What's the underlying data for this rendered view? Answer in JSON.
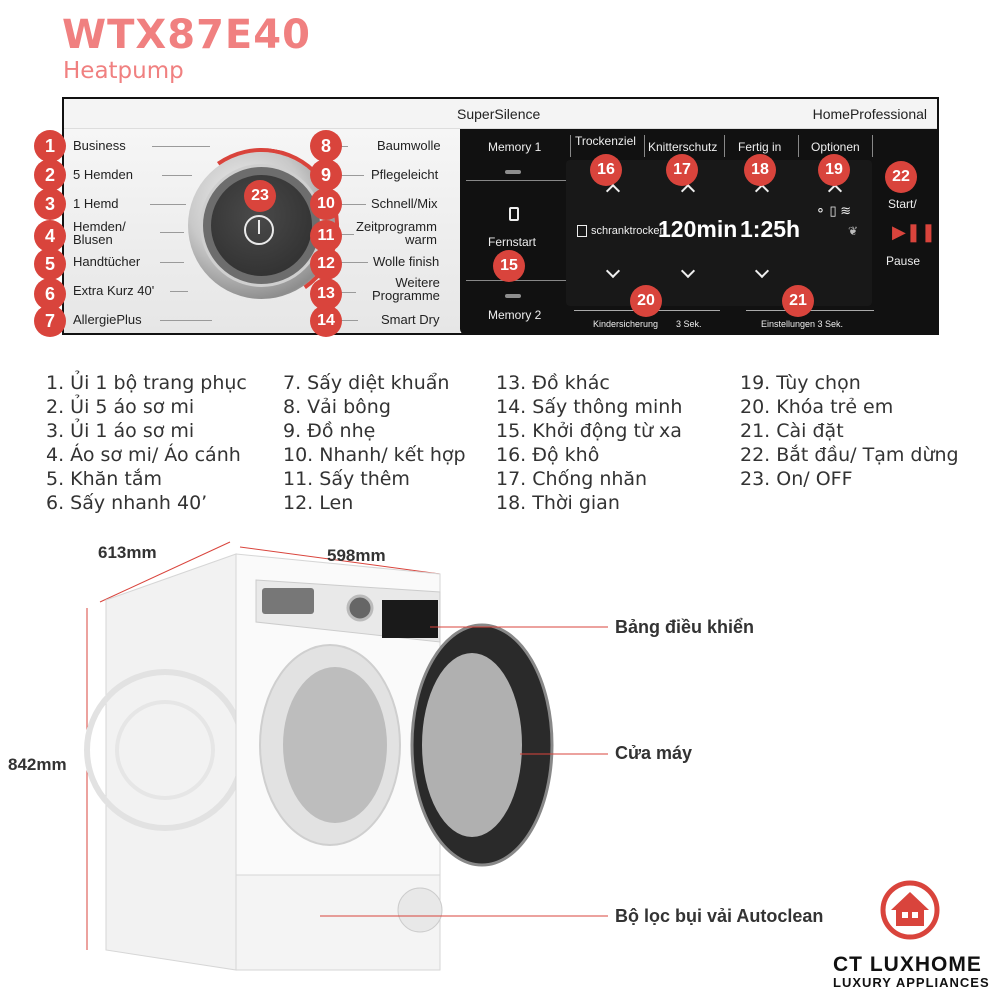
{
  "header": {
    "model": "WTX87E40",
    "type": "Heatpump"
  },
  "panel": {
    "brand_left": "SuperSilence",
    "brand_right": "HomeProfessional",
    "programs_left": [
      "Business",
      "5 Hemden",
      "1 Hemd",
      "Hemden/\nBlusen",
      "Handtücher",
      "Extra Kurz 40'",
      "AllergiePlus"
    ],
    "programs_right": [
      "Baumwolle",
      "Pflegeleicht",
      "Schnell/Mix",
      "Zeitprogramm\nwarm",
      "Wolle finish",
      "Weitere\nProgramme",
      "Smart Dry"
    ],
    "memory1": "Memory 1",
    "memory2": "Memory 2",
    "fernstart": "Fernstart",
    "top_tabs": [
      "Trockenziel",
      "Knitterschutz",
      "Fertig in",
      "Optionen"
    ],
    "display": {
      "mode": "schranktrocken",
      "duration": "120min",
      "time": "1:25h"
    },
    "start": "Start/",
    "pause": "Pause",
    "child_lock": "Kindersicherung",
    "child_lock_hold": "3 Sek.",
    "settings": "Einstellungen 3 Sek.",
    "badges": [
      "1",
      "2",
      "3",
      "4",
      "5",
      "6",
      "7",
      "8",
      "9",
      "10",
      "11",
      "12",
      "13",
      "14",
      "15",
      "16",
      "17",
      "18",
      "19",
      "20",
      "21",
      "22",
      "23"
    ]
  },
  "legend": {
    "col1": [
      "1. Ủi 1 bộ trang phục",
      "2. Ủi 5 áo sơ mi",
      "3. Ủi 1 áo sơ mi",
      "4. Áo sơ mi/ Áo cánh",
      "5. Khăn tắm",
      "6. Sấy nhanh 40’"
    ],
    "col2": [
      "7. Sấy diệt khuẩn",
      "8. Vải bông",
      "9. Đồ nhẹ",
      "10. Nhanh/ kết hợp",
      "11. Sấy thêm",
      "12. Len"
    ],
    "col3": [
      "13. Đồ khác",
      "14. Sấy thông minh",
      "15. Khởi động từ xa",
      "16. Độ khô",
      "17. Chống nhăn",
      "18. Thời gian"
    ],
    "col4": [
      "19. Tùy chọn",
      "20. Khóa trẻ em",
      "21. Cài đặt",
      "22. Bắt đầu/ Tạm dừng",
      "23. On/ OFF"
    ]
  },
  "dimensions": {
    "depth": "613mm",
    "width": "598mm",
    "height": "842mm"
  },
  "callouts": {
    "panel": "Bảng điều khiển",
    "door": "Cửa máy",
    "filter": "Bộ lọc bụi vải Autoclean"
  },
  "logo": {
    "name": "CT LUXHOME",
    "tagline": "LUXURY APPLIANCES"
  },
  "colors": {
    "accent": "#d9443c",
    "title": "#f08080",
    "panel_dark": "#111111"
  }
}
